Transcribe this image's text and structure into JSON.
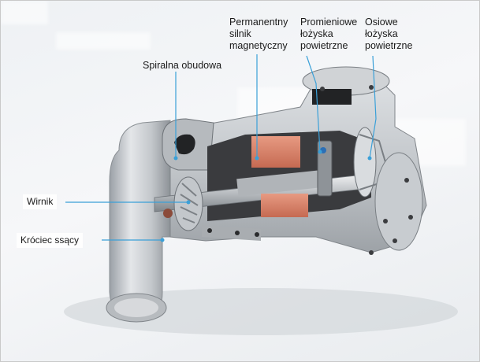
{
  "labels": {
    "magnet": "Permanentny\nsilnik\nmagnetyczny",
    "radial": "Promieniowe\nłożyska\npowietrzne",
    "axial": "Osiowe\nłożyska\npowietrzne",
    "volute": "Spiralna obudowa",
    "impeller": "Wirnik",
    "inlet": "Króciec ssący"
  },
  "colors": {
    "leader": "#3aa0d8",
    "metal": "#c9ccd0",
    "copper": "#d9806a",
    "dark": "#2a2a2c"
  }
}
